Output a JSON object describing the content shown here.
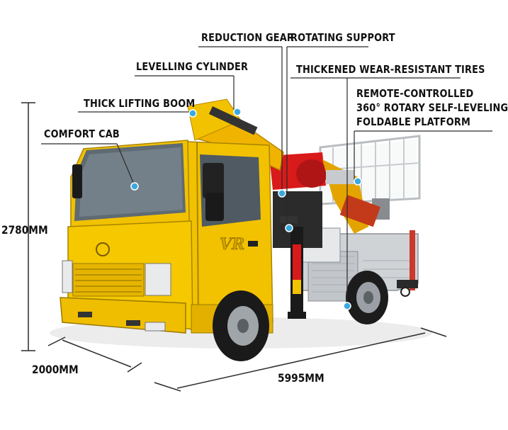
{
  "labels": {
    "reduction_gear": "REDUCTION GEAR",
    "rotating_support": "ROTATING SUPPORT",
    "levelling_cylinder": "LEVELLING CYLINDER",
    "thickened_tires": "THICKENED WEAR-RESISTANT TIRES",
    "remote_platform_line1": "REMOTE-CONTROLLED",
    "remote_platform_line2": "360° ROTARY SELF-LEVELING",
    "remote_platform_line3": "FOLDABLE PLATFORM",
    "thick_lifting_boom": "THICK LIFTING BOOM",
    "comfort_cab": "COMFORT CAB"
  },
  "dimensions": {
    "height": "2780MM",
    "width": "2000MM",
    "length": "5995MM"
  },
  "truck": {
    "door_logo": "VR",
    "colors": {
      "body": "#f2c200",
      "boom": "#f0b400",
      "turret": "#d91a1a",
      "marker": "#3aa9e0"
    }
  }
}
